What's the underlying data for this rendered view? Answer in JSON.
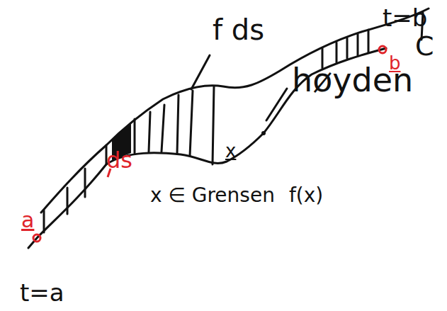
{
  "diagram": {
    "labels": [
      "f ds",
      "t=b",
      "C",
      "b",
      "høyden",
      "x",
      "ds",
      "x ∈ Grensen",
      "f(x)",
      "a",
      "t=a"
    ]
  }
}
